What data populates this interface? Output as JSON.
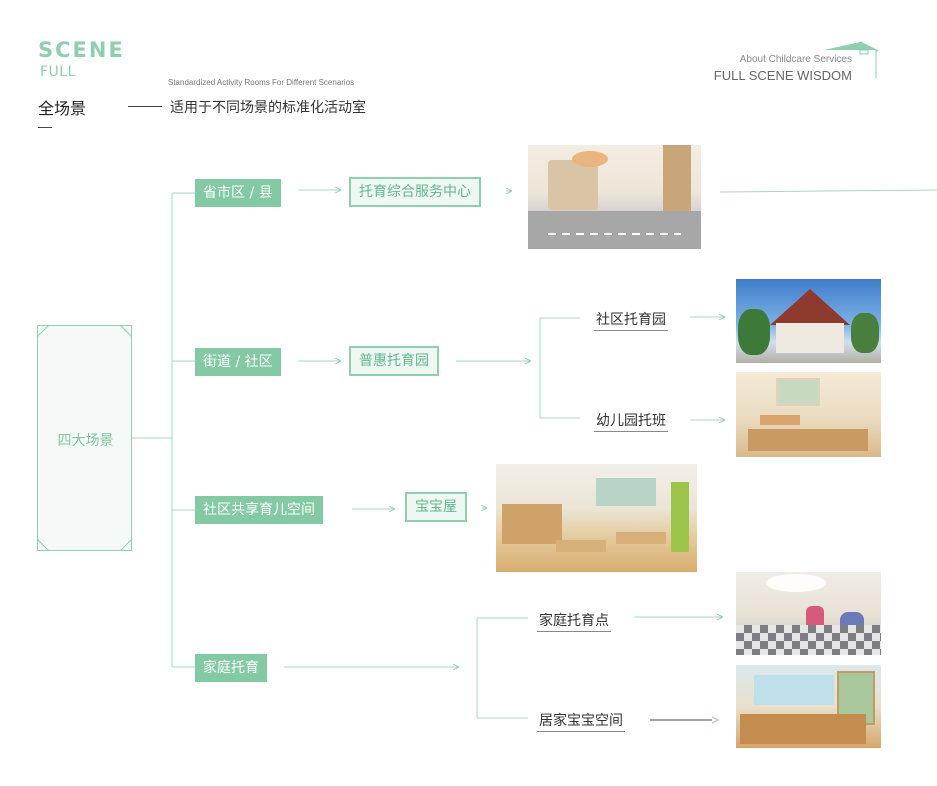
{
  "header": {
    "logo_main": "SCENE",
    "logo_sub": "FULL",
    "tagline_en": "Standardized Activity Rooms For Different Scenarios",
    "title_cn": "全场景",
    "subtitle_cn": "适用于不同场景的标准化活动室",
    "about_en": "About Childcare Services",
    "wisdom_en": "FULL SCENE WISDOM",
    "accent_color": "#8fcfae"
  },
  "diagram": {
    "root": "四大场景",
    "categories": [
      {
        "label": "省市区 / 县",
        "service": "托育综合服务中心",
        "photo": "childcare-center-photo"
      },
      {
        "label": "街道 / 社区",
        "service": "普惠托育园",
        "subs": [
          "社区托育园",
          "幼儿园托班"
        ]
      },
      {
        "label": "社区共享育儿空间",
        "service": "宝宝屋",
        "photo": "baby-house-photo"
      },
      {
        "label": "家庭托育",
        "subs": [
          "家庭托育点",
          "居家宝宝空间"
        ]
      }
    ],
    "colors": {
      "category_fill": "#82c9a4",
      "service_border": "#8fcfae",
      "line": "#a6d8bf"
    }
  }
}
